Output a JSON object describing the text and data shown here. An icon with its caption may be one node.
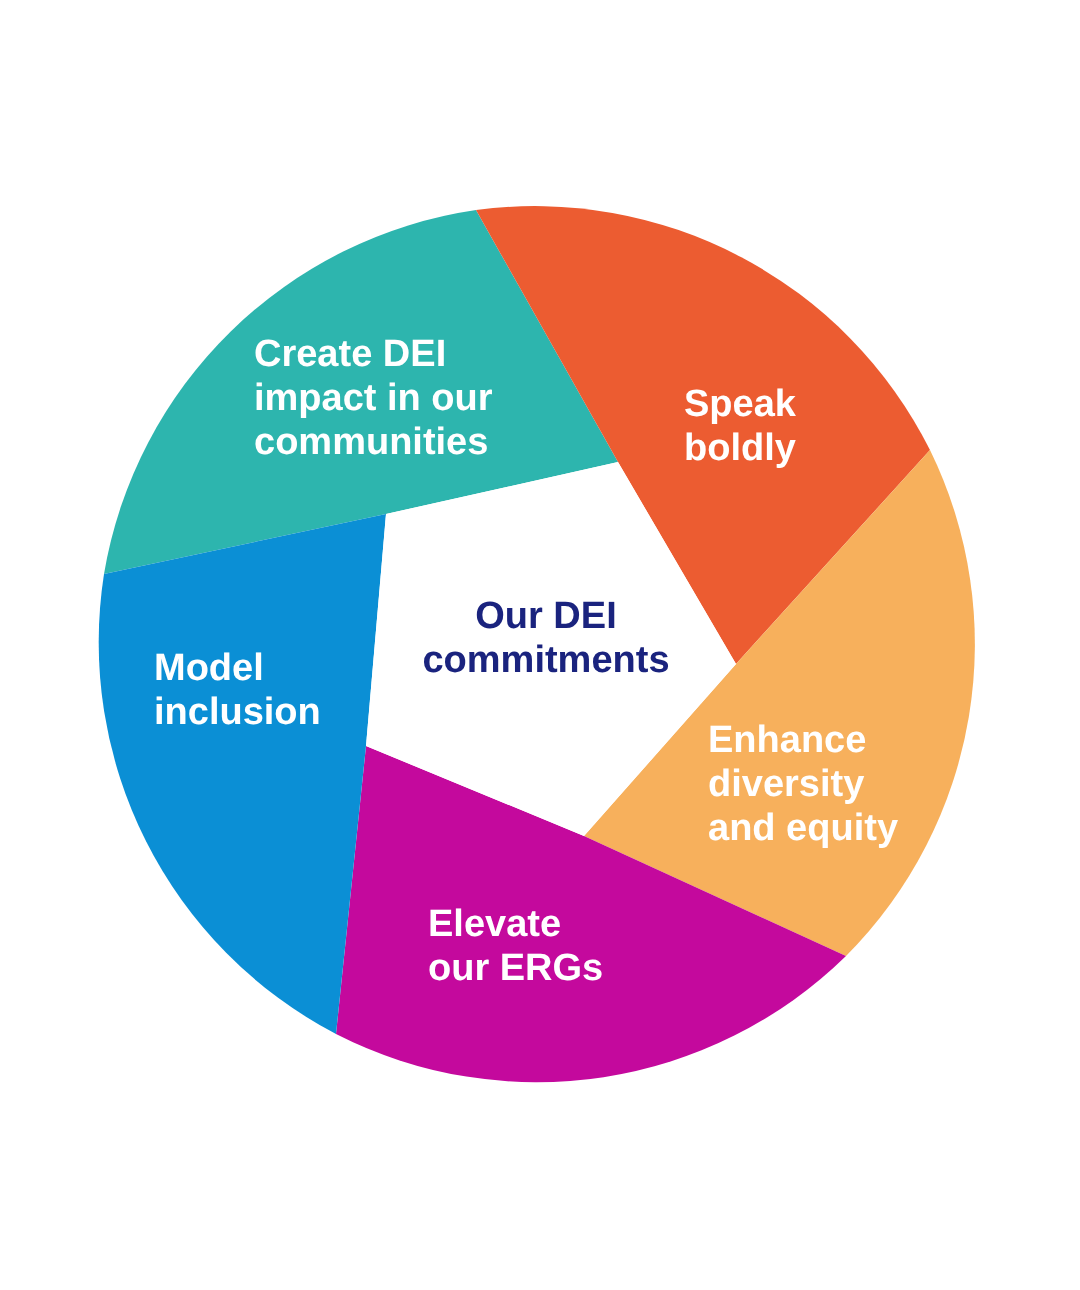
{
  "diagram": {
    "nodes": [
      {
        "text": [
          "Our DEI commitments"
        ]
      },
      {
        "text": [
          "Create DEI impact in our communities"
        ]
      },
      {
        "text": [
          "Speak boldly"
        ]
      },
      {
        "text": [
          "Enhance diversity and equity"
        ]
      },
      {
        "text": [
          "Elevate our ERGs"
        ]
      },
      {
        "text": [
          "Model inclusion"
        ]
      }
    ]
  }
}
